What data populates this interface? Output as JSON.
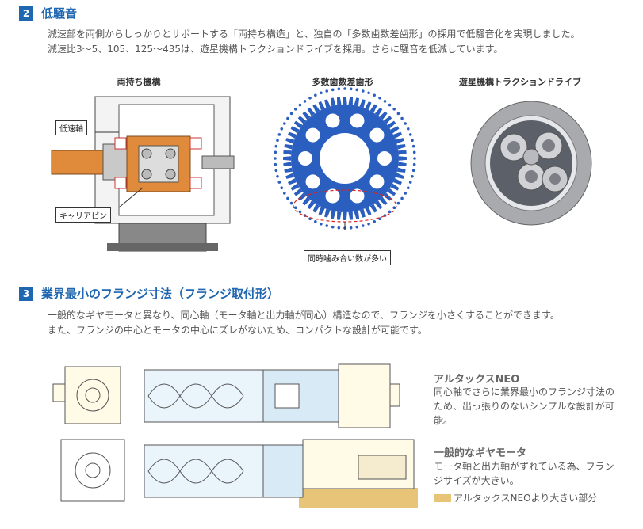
{
  "section2": {
    "number": "2",
    "title": "低騒音",
    "desc_line1": "減速部を両側からしっかりとサポートする「両持ち構造」と、独自の「多数歯数差歯形」の採用で低騒音化を実現しました。",
    "desc_line2": "減速比3〜5、105、125〜435は、遊星機構トラクションドライブを採用。さらに騒音を低減しています。",
    "fig1_label": "両持ち機構",
    "fig1_callout_shaft": "低速軸",
    "fig1_callout_pin": "キャリアピン",
    "fig2_label": "多数歯数差歯形",
    "fig2_callout": "同時噛み合い数が多い",
    "fig3_label": "遊星機構トラクションドライブ"
  },
  "section3": {
    "number": "3",
    "title": "業界最小のフランジ寸法（フランジ取付形）",
    "desc_line1": "一般的なギヤモータと異なり、同心軸（モータ軸と出力軸が同心）構造なので、フランジを小さくすることができます。",
    "desc_line2": "また、フランジの中心とモータの中心にズレがないため、コンパクトな設計が可能です。",
    "neo_title": "アルタックスNEO",
    "neo_text": "同心軸でさらに業界最小のフランジ寸法のため、出っ張りのないシンプルな設計が可能。",
    "gen_title": "一般的なギヤモータ",
    "gen_text": "モータ軸と出力軸がずれている為、フランジサイズが大きい。",
    "legend_text": "アルタックスNEOより大きい部分"
  },
  "colors": {
    "accent": "#1f67b0",
    "gear_blue": "#2a5fbf",
    "orange": "#e08a3c",
    "highlight": "#e8c478"
  }
}
